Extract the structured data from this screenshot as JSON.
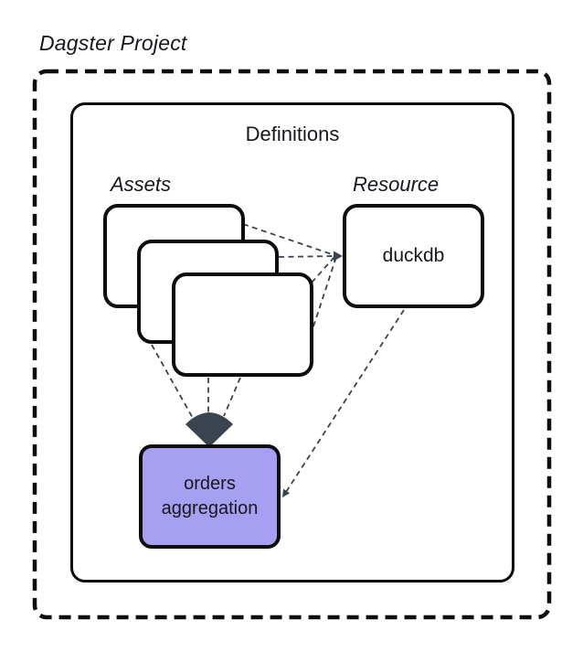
{
  "diagram": {
    "title": "Dagster Project",
    "definitions": {
      "label": "Definitions"
    },
    "assets": {
      "group_label": "Assets",
      "stack_count": 3
    },
    "resource": {
      "group_label": "Resource",
      "box_label": "duckdb"
    },
    "highlighted_asset": {
      "label_line1": "orders",
      "label_line2": "aggregation"
    },
    "colors": {
      "highlighted_asset_fill": "#a79ff2",
      "connector": "#3a4350",
      "outline": "#0d0d0d",
      "background": "#ffffff"
    }
  }
}
